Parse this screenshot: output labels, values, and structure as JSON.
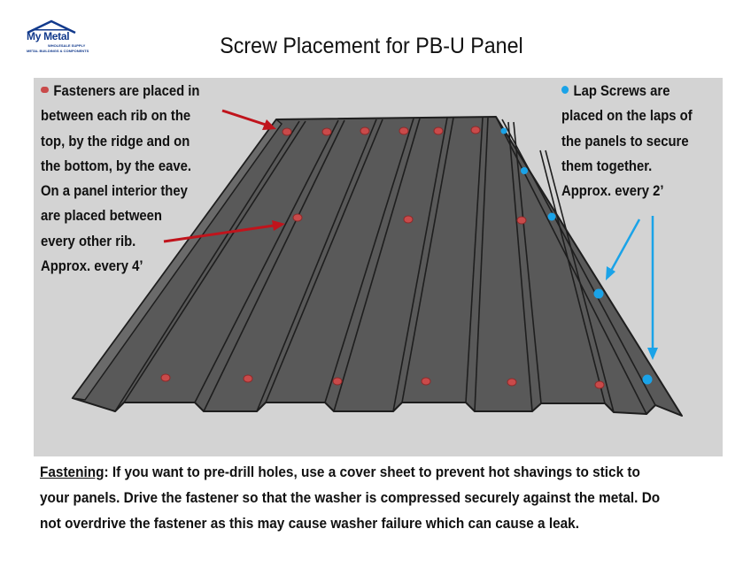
{
  "logo": {
    "brand": "My Metal",
    "sub1": "WHOLESALE SUPPLY",
    "sub2": "METAL BUILDINGS & COMPONENTS",
    "color": "#123a8c"
  },
  "title": "Screw Placement for PB-U Panel",
  "fasteners_note": {
    "text": "Fasteners are placed in\nbetween each rib on the\ntop, by the ridge and on\nthe bottom, by the eave.\nOn a panel interior they\nare placed between\nevery other rib.\nApprox. every 4’",
    "marker_color": "#c94a4a"
  },
  "lap_note": {
    "text": "Lap Screws are\nplaced on the laps of\nthe panels to secure\nthem together.\nApprox. every 2’",
    "marker_color": "#1aa3e8"
  },
  "fastening": {
    "lead": "Fastening",
    "body": ": If you want to pre-drill holes, use a cover sheet to prevent hot shavings to stick to your panels. Drive the fastener so that the washer is compressed securely against the metal. Do not overdrive the fastener as this may cause washer failure which can cause a leak."
  },
  "colors": {
    "background": "#d3d3d3",
    "panel_fill": "#595959",
    "panel_stroke": "#1e1e1e",
    "arrow_red": "#c0141c",
    "arrow_blue": "#1aa3e8"
  }
}
